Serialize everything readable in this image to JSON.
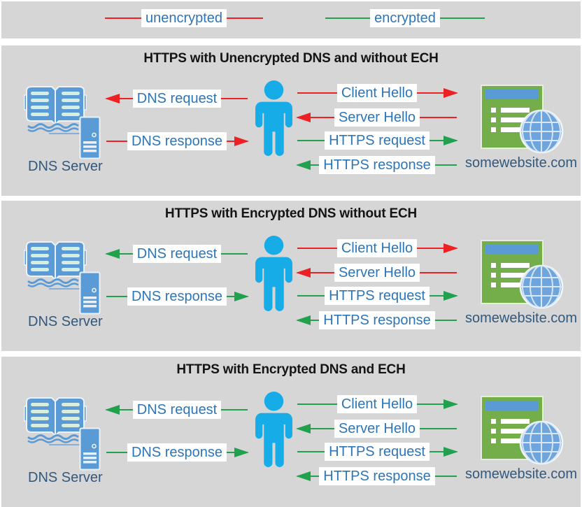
{
  "legend": {
    "items": [
      {
        "label": "unencrypted",
        "status": "unencrypted"
      },
      {
        "label": "encrypted",
        "status": "encrypted"
      }
    ]
  },
  "colors": {
    "unencrypted_line": "#ED2024",
    "encrypted_line": "#21A14D",
    "panel_background": "#D6D6D6",
    "page_background": "#FFFFFF",
    "label_text": "#2E75B6",
    "caption_text": "#33587C",
    "title_text": "#141414",
    "person_blue": "#16ACE8",
    "icon_blue": "#5B9BD5",
    "website_green": "#73AE4B",
    "globe_blue": "#6EA5DC"
  },
  "panels": [
    {
      "title": "HTTPS with Unencrypted DNS and without ECH",
      "dns_server_label": "DNS Server",
      "website_label": "somewebsite.com",
      "arrows": [
        {
          "id": "dns_request",
          "label": "DNS request",
          "from": "user",
          "to": "dns-server",
          "encrypted": false
        },
        {
          "id": "dns_response",
          "label": "DNS response",
          "from": "dns-server",
          "to": "user",
          "encrypted": false
        },
        {
          "id": "client_hello",
          "label": "Client Hello",
          "from": "user",
          "to": "website",
          "encrypted": false
        },
        {
          "id": "server_hello",
          "label": "Server Hello",
          "from": "website",
          "to": "user",
          "encrypted": false
        },
        {
          "id": "https_request",
          "label": "HTTPS request",
          "from": "user",
          "to": "website",
          "encrypted": true
        },
        {
          "id": "https_response",
          "label": "HTTPS response",
          "from": "website",
          "to": "user",
          "encrypted": true
        }
      ]
    },
    {
      "title": "HTTPS with Encrypted DNS without ECH",
      "dns_server_label": "DNS Server",
      "website_label": "somewebsite.com",
      "arrows": [
        {
          "id": "dns_request",
          "label": "DNS request",
          "from": "user",
          "to": "dns-server",
          "encrypted": true
        },
        {
          "id": "dns_response",
          "label": "DNS response",
          "from": "dns-server",
          "to": "user",
          "encrypted": true
        },
        {
          "id": "client_hello",
          "label": "Client Hello",
          "from": "user",
          "to": "website",
          "encrypted": false
        },
        {
          "id": "server_hello",
          "label": "Server Hello",
          "from": "website",
          "to": "user",
          "encrypted": false
        },
        {
          "id": "https_request",
          "label": "HTTPS request",
          "from": "user",
          "to": "website",
          "encrypted": true
        },
        {
          "id": "https_response",
          "label": "HTTPS response",
          "from": "website",
          "to": "user",
          "encrypted": true
        }
      ]
    },
    {
      "title": "HTTPS with Encrypted DNS and ECH",
      "dns_server_label": "DNS Server",
      "website_label": "somewebsite.com",
      "arrows": [
        {
          "id": "dns_request",
          "label": "DNS request",
          "from": "user",
          "to": "dns-server",
          "encrypted": true
        },
        {
          "id": "dns_response",
          "label": "DNS response",
          "from": "dns-server",
          "to": "user",
          "encrypted": true
        },
        {
          "id": "client_hello",
          "label": "Client Hello",
          "from": "user",
          "to": "website",
          "encrypted": true
        },
        {
          "id": "server_hello",
          "label": "Server Hello",
          "from": "website",
          "to": "user",
          "encrypted": true
        },
        {
          "id": "https_request",
          "label": "HTTPS request",
          "from": "user",
          "to": "website",
          "encrypted": true
        },
        {
          "id": "https_response",
          "label": "HTTPS response",
          "from": "website",
          "to": "user",
          "encrypted": true
        }
      ]
    }
  ]
}
